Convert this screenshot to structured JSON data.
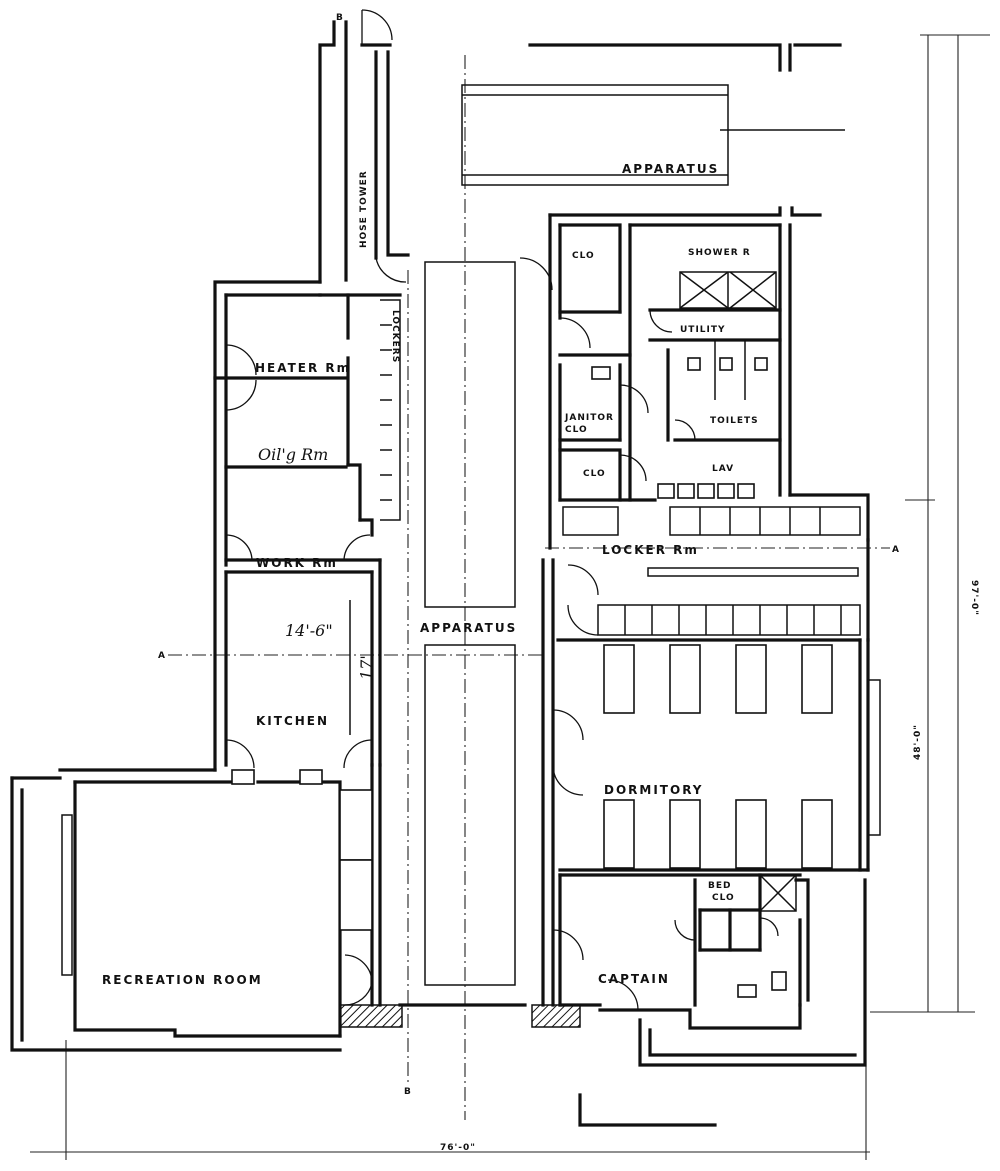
{
  "rooms": {
    "hose_tower": "HOSE TOWER",
    "apparatus_top": "APPARATUS",
    "apparatus_mid": "APPARATUS",
    "heater": "HEATER Rm",
    "oil": "Oil'g Rm",
    "work": "WORK Rm",
    "kitchen": "KITCHEN",
    "recreation": "RECREATION ROOM",
    "clo_top": "CLO",
    "shower": "SHOWER R",
    "utility": "UTILITY",
    "toilets": "TOILETS",
    "janitor": "JANITOR",
    "janitor_clo": "CLO",
    "clo_small": "CLO",
    "lav": "LAV",
    "locker_rm": "LOCKER Rm",
    "lockers": "LOCKERS",
    "dormitory": "DORMITORY",
    "bed": "BED",
    "bed_clo": "CLO",
    "captain": "CAPTAIN"
  },
  "dimensions": {
    "kitchen_width": "14'-6\"",
    "kitchen_depth": "17'",
    "overall_width": "76'-0\"",
    "right_depth": "97'-0\"",
    "dorm_depth": "48'-0\""
  },
  "section_marks": {
    "a_left": "A",
    "a_right": "A",
    "b_top": "B",
    "b_bottom": "B"
  }
}
